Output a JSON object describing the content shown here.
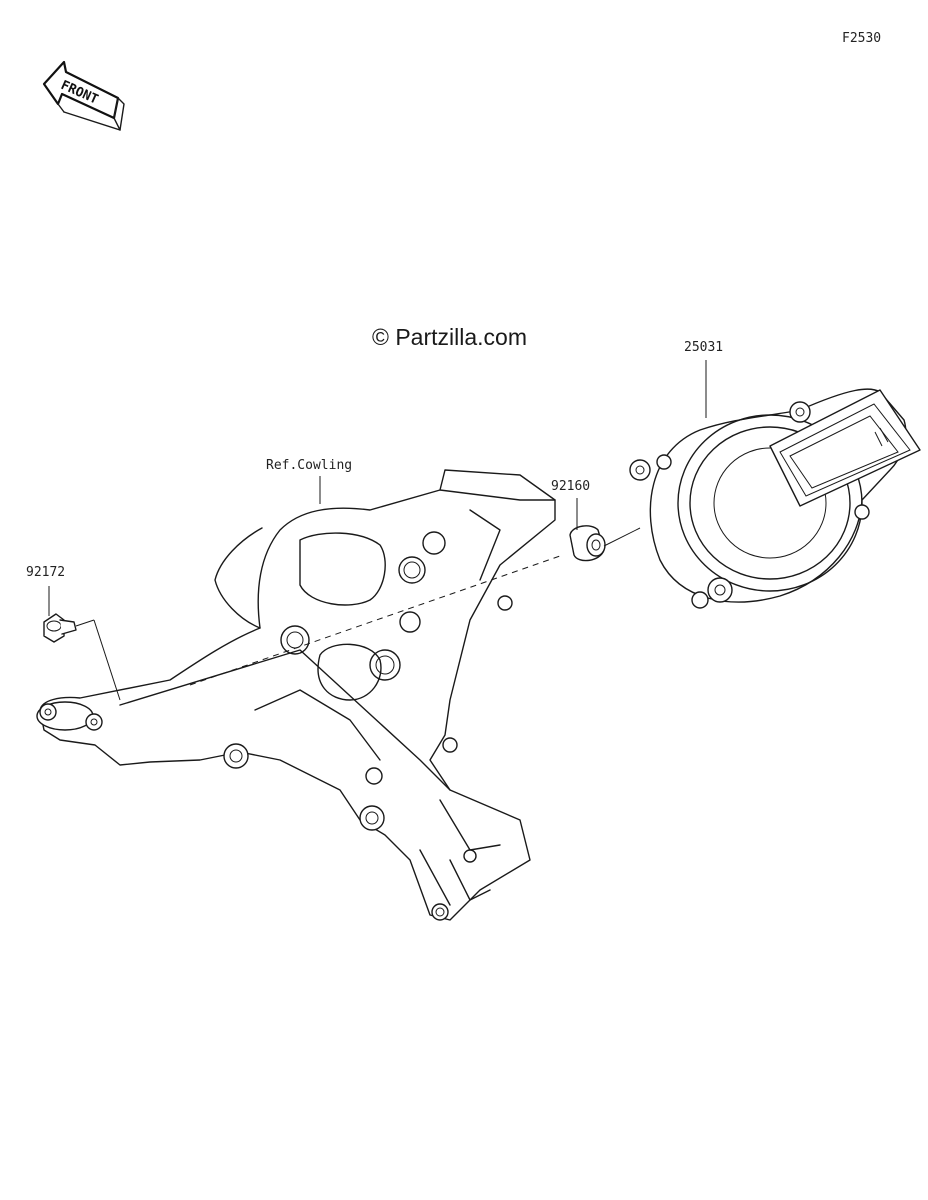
{
  "figure_code": "F2530",
  "front_arrow_text": "FRONT",
  "watermark": "© Partzilla.com",
  "callouts": {
    "meter": "25031",
    "grommet": "92160",
    "bolt": "92172",
    "ref": "Ref.Cowling"
  }
}
